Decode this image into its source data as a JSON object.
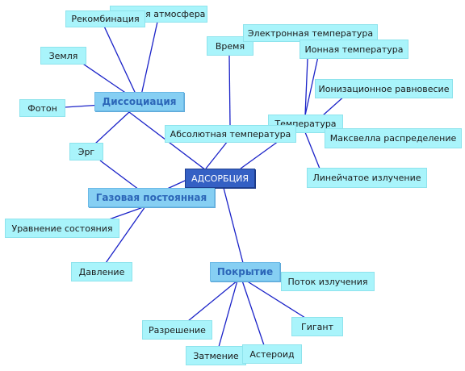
{
  "colors": {
    "edge": "#1a22c8",
    "leaf_fill": "#a9f4fb",
    "hub_fill": "#86cff3",
    "hub_text": "#2c66b8",
    "center_fill": "#3460c4"
  },
  "nodes": {
    "center": "АДСОРБЦИЯ",
    "dissociation": "Диссоциация",
    "gas_constant": "Газовая постоянная",
    "coverage": "Покрытие",
    "temperature": "Температура",
    "absolute_temperature": "Абсолютная температура",
    "upper_atmosphere": "Верхняя атмосфера",
    "recombination": "Рекомбинация",
    "earth": "Земля",
    "photon": "Фотон",
    "erg": "Эрг",
    "state_equation": "Уравнение состояния",
    "pressure": "Давление",
    "time": "Время",
    "electron_temperature": "Электронная температура",
    "ion_temperature": "Ионная температура",
    "ionization_equilibrium": "Ионизационное равновесие",
    "maxwell_distribution": "Максвелла распределение",
    "line_emission": "Линейчатое излучение",
    "radiation_flux": "Поток излучения",
    "resolution": "Разрешение",
    "giant": "Гигант",
    "eclipse": "Затмение",
    "asteroid": "Астероид"
  }
}
